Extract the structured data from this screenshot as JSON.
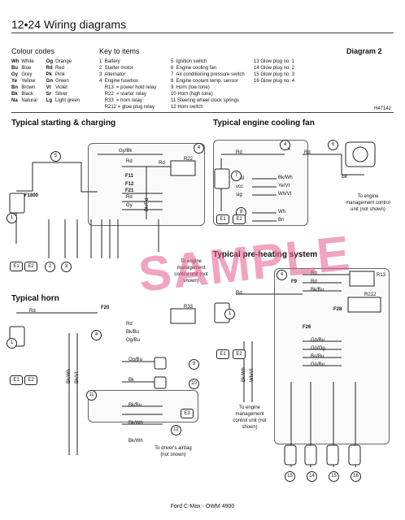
{
  "page": {
    "number": "12•24",
    "title": "Wiring diagrams",
    "diagram": "Diagram 2",
    "ref": "H47142",
    "footer": "Ford C-Max - OWM 4900"
  },
  "legend": {
    "colour_title": "Colour codes",
    "key_title": "Key to items",
    "colours": [
      [
        "Wh",
        "White",
        "Og",
        "Orange"
      ],
      [
        "Bu",
        "Blue",
        "Rd",
        "Red"
      ],
      [
        "Gy",
        "Grey",
        "Pk",
        "Pink"
      ],
      [
        "Ye",
        "Yellow",
        "Gn",
        "Green"
      ],
      [
        "Bn",
        "Brown",
        "Vt",
        "Violet"
      ],
      [
        "Bk",
        "Black",
        "Sr",
        "Silver"
      ],
      [
        "Na",
        "Natural",
        "Lg",
        "Light green"
      ]
    ],
    "key_col1": "1  Battery\n2  Starter motor\n3  Alternator\n4  Engine fusebox\n    R13  = power hold relay\n    R22  = starter relay\n    R33  = horn relay\n    R212 = glow plug relay",
    "key_col2": "5  Ignition switch\n6  Engine cooling fan\n7  Air conditioning pressure switch\n8  Engine coolant temp. sensor\n9  Horn (low tone)\n10 Horn (high tone)\n11 Steering wheel clock springs\n12 Horn switch",
    "key_col3": "13 Glow plug no. 1\n14 Glow plug no. 2\n15 Glow plug no. 3\n16 Glow plug no. 4"
  },
  "sections": {
    "starting": "Typical starting & charging",
    "cooling": "Typical engine cooling fan",
    "preheat": "Typical pre-heating system",
    "horn": "Typical horn"
  },
  "labels": {
    "ecu_note": "To engine management control unit (not shown)",
    "airbag_note": "To driver's airbag (not shown)",
    "watermark": "SAMPLE",
    "wires": {
      "gybk": "Gy/Bk",
      "rd": "Rd",
      "bkbu": "Bk/Bu",
      "ogbu": "Og/Bu",
      "bk": "Bk",
      "bkwh": "Bk/Wh",
      "bkrd": "Bk/Rd",
      "gy": "Gy",
      "bn": "Bn",
      "wh": "Wh",
      "bkvt": "Bk/Vt",
      "bkwh2": "Bk/Wh",
      "yevt": "Ye/Vt",
      "whvt": "Wh/Vt",
      "gnbu": "Gn/Bu",
      "gnog": "Gn/Og",
      "bubu": "Bu/Bu",
      "gnbu2": "Gn/Bu"
    },
    "fuses": {
      "f1": "F1",
      "f11": "F11",
      "f12": "F12",
      "f21": "F21",
      "f1800": "F1800",
      "f20": "F20",
      "f9": "F9",
      "f28": "F28",
      "f26": "F26"
    },
    "relays": {
      "r22": "R22",
      "r33": "R33",
      "r13": "R13",
      "r212": "R212"
    },
    "items": {
      "i1": "1",
      "i2": "2",
      "i3": "3",
      "i4": "4",
      "i5": "5",
      "i6": "6",
      "i7": "7",
      "i8": "8",
      "i9": "9",
      "i10": "10",
      "i11": "11",
      "i12": "12",
      "i13": "13",
      "i14": "14",
      "i15": "15",
      "i16": "16"
    },
    "grounds": {
      "e1": "E1",
      "e2": "E2",
      "e3": "E3"
    },
    "pins": {
      "gnd": "gnd",
      "vcc": "vcc",
      "sig": "sig"
    }
  }
}
